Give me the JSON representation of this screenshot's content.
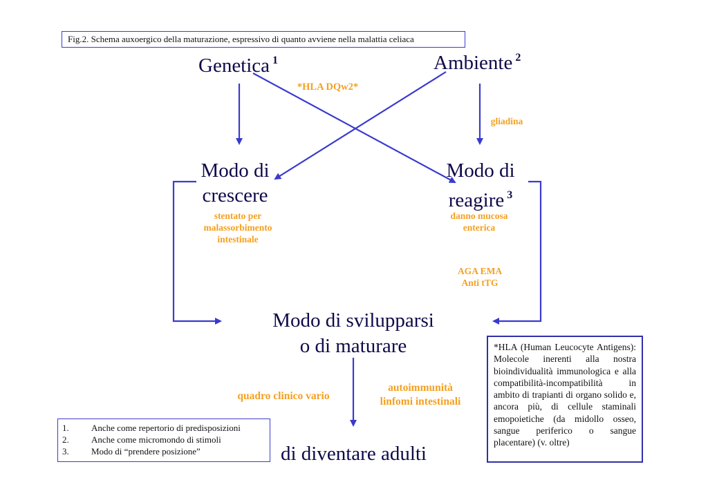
{
  "caption": "Fig.2. Schema auxoergico della maturazione, espressivo di quanto avviene nella malattia celiaca",
  "nodes": {
    "genetica": {
      "label": "Genetica",
      "sup": "1"
    },
    "ambiente": {
      "label": "Ambiente",
      "sup": "2"
    },
    "crescere": {
      "line1": "Modo di",
      "line2": "crescere"
    },
    "reagire": {
      "line1": "Modo di",
      "line2": "reagire",
      "sup": "3"
    },
    "svilupparsi": {
      "line1": "Modo di svilupparsi",
      "line2": "o di maturare"
    },
    "adulti": {
      "label": "di diventare adulti"
    }
  },
  "annotations": {
    "hla": "*HLA DQw2*",
    "gliadina": "gliadina",
    "stentato": [
      "stentato per",
      "malassorbimento",
      "intestinale"
    ],
    "danno": [
      "danno mucosa",
      "enterica"
    ],
    "aga": [
      "AGA EMA",
      "Anti tTG"
    ],
    "quadro": "quadro clinico vario",
    "autoimmunita": [
      "autoimmunità",
      "linfomi intestinali"
    ]
  },
  "notes": [
    {
      "num": "1.",
      "text": "Anche come repertorio di predisposizioni"
    },
    {
      "num": "2.",
      "text": "Anche come micromondo di stimoli"
    },
    {
      "num": "3.",
      "text": "Modo di “prendere posizione”"
    }
  ],
  "hla_note": "*HLA (Human Leucocyte Antigens): Molecole inerenti alla nostra bioindividualità immunologica e alla compatibilità-incompatibilità in ambito di trapianti di organo solido e, ancora più, di cellule staminali emopoietiche (da midollo osseo, sangue periferico o sangue placentare) (v. oltre)",
  "colors": {
    "arrow": "#3a3acf",
    "text": "#0e0a4a",
    "annotation": "#f5a020",
    "box_border": "#3c3cc8"
  }
}
